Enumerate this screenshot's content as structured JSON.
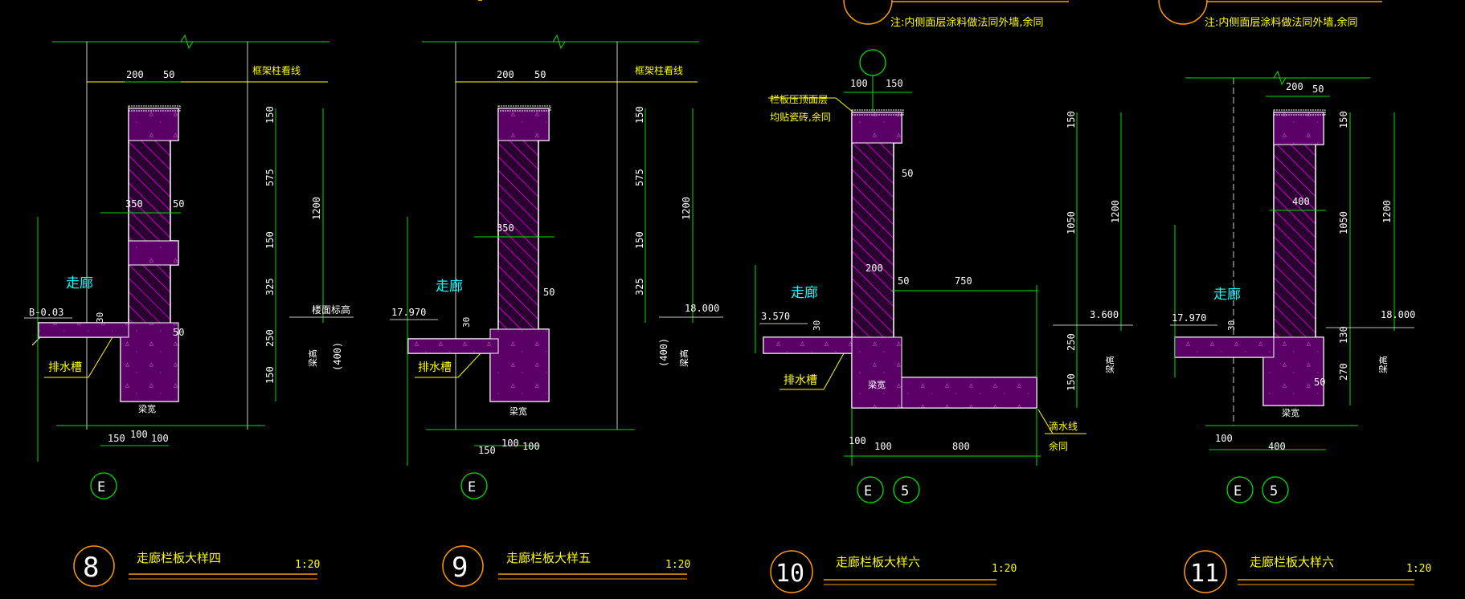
{
  "colors": {
    "background": "#000000",
    "dim": "#00e000",
    "structure": "#ffffff",
    "hatch": "#ff00ff",
    "note": "#ffff00",
    "title": "#ff9900",
    "cyan": "#00ffff",
    "grid": "#ffffff"
  },
  "notes": {
    "top_note_1": "注:内侧面层涂料做法同外墙,余同",
    "top_note_2": "注:内侧面层涂料做法同外墙,余同"
  },
  "details": [
    {
      "id": "8",
      "title": "走廊栏板大样四",
      "scale": "1:20",
      "axis": [
        "E"
      ],
      "corridor": "走廊",
      "drain": "排水槽",
      "elev": "B-0.03",
      "elev_note": "楼面标高",
      "frame_line": "框架柱看线",
      "top_dims": [
        "200",
        "50"
      ],
      "mid_dims": [
        "350",
        "50",
        "50",
        "30"
      ],
      "bottom_dims": [
        "150",
        "100",
        "100"
      ],
      "beam_width": "梁宽",
      "beam_height": "梁高",
      "paren": "(400)",
      "v_dims": [
        "150",
        "575",
        "150",
        "325",
        "250",
        "150"
      ],
      "total": "1200"
    },
    {
      "id": "9",
      "title": "走廊栏板大样五",
      "scale": "1:20",
      "axis": [
        "E"
      ],
      "corridor": "走廊",
      "drain": "排水槽",
      "elev": "17.970",
      "elev2": "18.000",
      "frame_line": "框架柱看线",
      "top_dims": [
        "200",
        "50"
      ],
      "mid_dims": [
        "350",
        "50",
        "30"
      ],
      "bottom_dims": [
        "150",
        "100",
        "100"
      ],
      "beam_width": "梁宽",
      "beam_height": "梁高",
      "paren": "(400)",
      "v_dims": [
        "150",
        "575",
        "150",
        "325"
      ],
      "total": "1200"
    },
    {
      "id": "10",
      "title": "走廊栏板大样六",
      "scale": "1:20",
      "axis": [
        "E",
        "5"
      ],
      "corridor": "走廊",
      "drain": "排水槽",
      "elev": "3.570",
      "elev2": "3.600",
      "rail_note_1": "栏板压顶面层",
      "rail_note_2": "均贴瓷砖,余同",
      "drip_1": "滴水线",
      "drip_2": "余同",
      "top_dims": [
        "100",
        "150"
      ],
      "mid_dims": [
        "50",
        "200",
        "50",
        "750",
        "30"
      ],
      "bottom_dims": [
        "100",
        "100",
        "800"
      ],
      "beam_width": "梁宽",
      "beam_height": "梁高",
      "v_dims": [
        "150",
        "1050",
        "250",
        "150"
      ],
      "total": "1200"
    },
    {
      "id": "11",
      "title": "走廊栏板大样六",
      "scale": "1:20",
      "axis": [
        "E",
        "5"
      ],
      "corridor": "走廊",
      "elev": "17.970",
      "elev2": "18.000",
      "top_dims": [
        "200",
        "50"
      ],
      "mid_dims": [
        "400",
        "30",
        "50"
      ],
      "bottom_dims": [
        "100",
        "400"
      ],
      "beam_width": "梁宽",
      "beam_height": "梁高",
      "v_dims": [
        "150",
        "1050",
        "130",
        "270"
      ],
      "total": "1200"
    }
  ]
}
